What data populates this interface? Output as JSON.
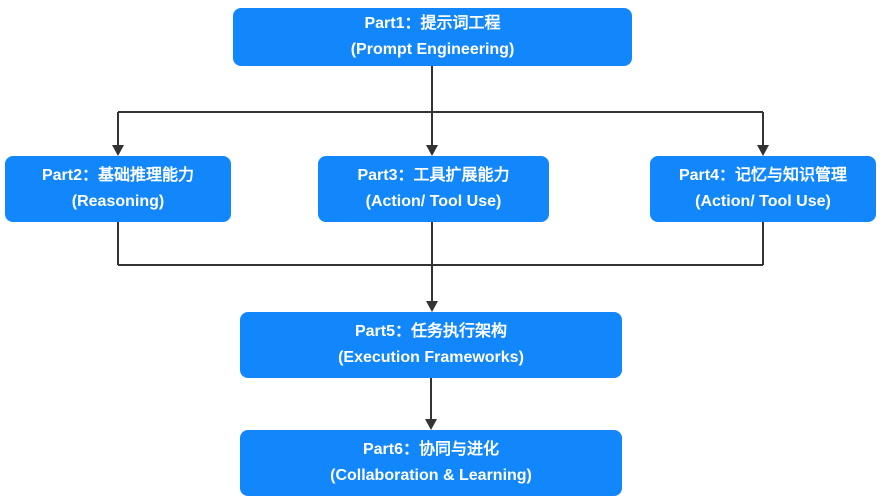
{
  "diagram": {
    "type": "flowchart",
    "direction": "top-down",
    "colors": {
      "node_background": "#1287FB",
      "node_text": "#FFFFFF",
      "connector": "#333333",
      "page_background": "#FFFFFF"
    }
  },
  "nodes": [
    {
      "id": "part1",
      "line1": "Part1：提示词工程",
      "line2": "(Prompt Engineering)"
    },
    {
      "id": "part2",
      "line1": "Part2：基础推理能力",
      "line2": "(Reasoning)"
    },
    {
      "id": "part3",
      "line1": "Part3：工具扩展能力",
      "line2": "(Action/ Tool Use)"
    },
    {
      "id": "part4",
      "line1": "Part4：记忆与知识管理",
      "line2": "(Action/ Tool Use)"
    },
    {
      "id": "part5",
      "line1": "Part5：任务执行架构",
      "line2": "(Execution Frameworks)"
    },
    {
      "id": "part6",
      "line1": "Part6：协同与进化",
      "line2": "(Collaboration & Learning)"
    }
  ],
  "edges": [
    {
      "from": "part1",
      "to": "part2"
    },
    {
      "from": "part1",
      "to": "part3"
    },
    {
      "from": "part1",
      "to": "part4"
    },
    {
      "from": "part2",
      "to": "part5"
    },
    {
      "from": "part3",
      "to": "part5"
    },
    {
      "from": "part4",
      "to": "part5"
    },
    {
      "from": "part5",
      "to": "part6"
    }
  ]
}
